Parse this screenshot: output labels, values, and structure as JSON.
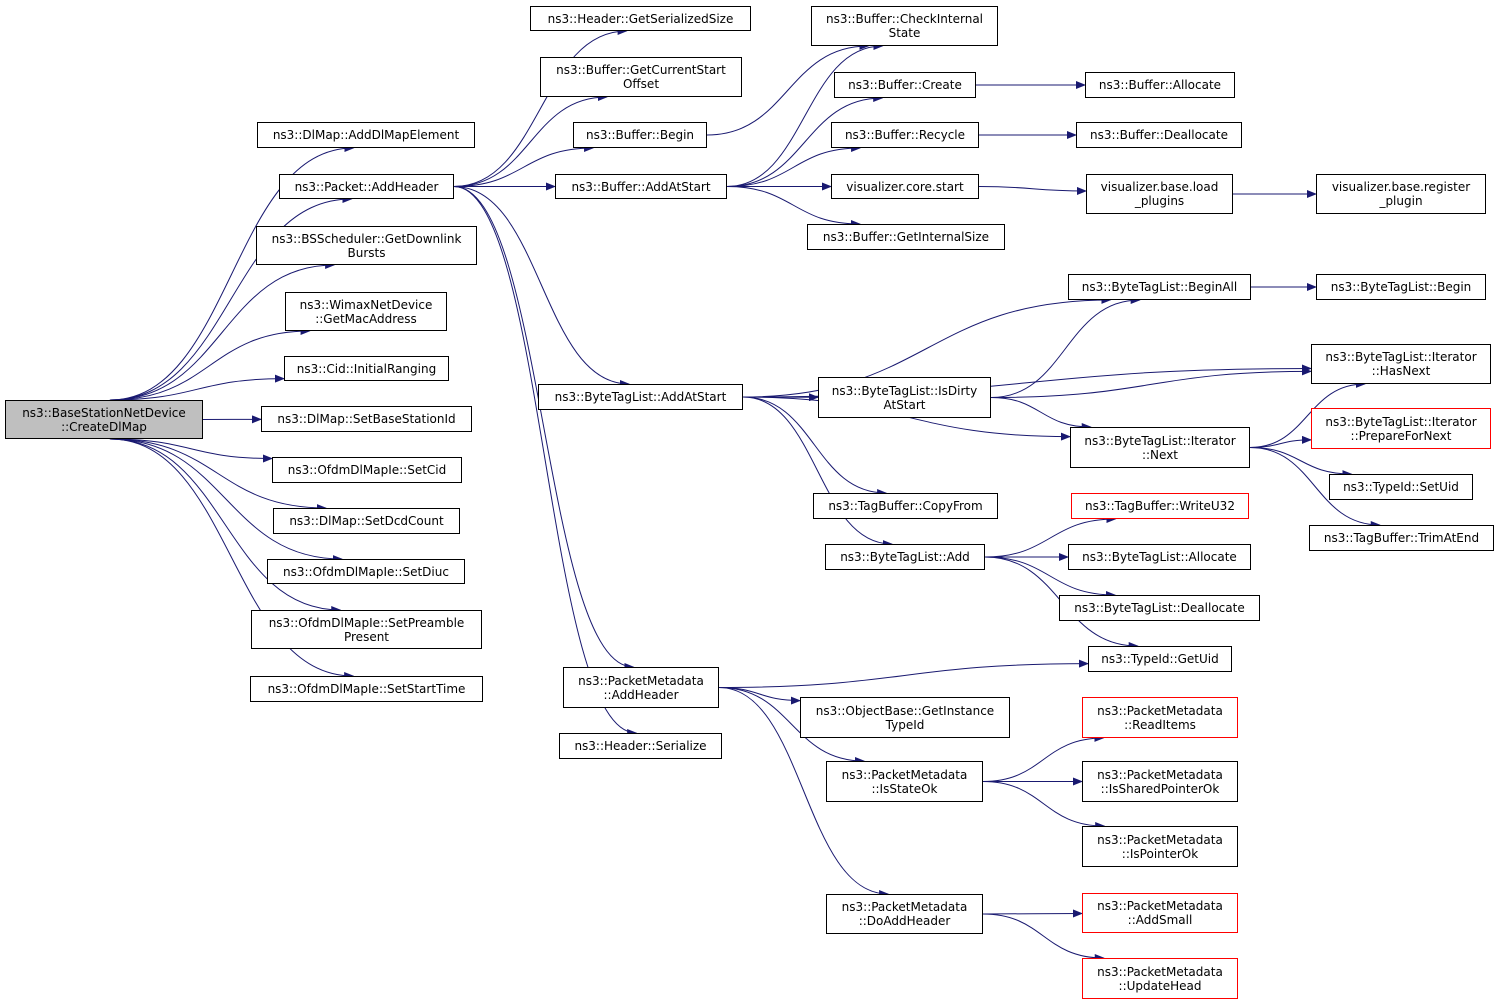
{
  "colors": {
    "edge": "#191970",
    "node_border": "#000000",
    "incomplete_border": "#ff0000",
    "root_fill": "#bfbfbf"
  },
  "nodes": [
    {
      "id": "root",
      "lines": [
        "ns3::BaseStationNetDevice",
        "::CreateDlMap"
      ],
      "style": "root"
    },
    {
      "id": "addDlMapElement",
      "lines": [
        "ns3::DlMap::AddDlMapElement"
      ]
    },
    {
      "id": "packetAddHeader",
      "lines": [
        "ns3::Packet::AddHeader"
      ]
    },
    {
      "id": "getDownlinkBursts",
      "lines": [
        "ns3::BSScheduler::GetDownlink",
        "Bursts"
      ]
    },
    {
      "id": "getMacAddress",
      "lines": [
        "ns3::WimaxNetDevice",
        "::GetMacAddress"
      ]
    },
    {
      "id": "initialRanging",
      "lines": [
        "ns3::Cid::InitialRanging"
      ]
    },
    {
      "id": "setBaseStationId",
      "lines": [
        "ns3::DlMap::SetBaseStationId"
      ]
    },
    {
      "id": "setCid",
      "lines": [
        "ns3::OfdmDlMapIe::SetCid"
      ]
    },
    {
      "id": "setDcdCount",
      "lines": [
        "ns3::DlMap::SetDcdCount"
      ]
    },
    {
      "id": "setDiuc",
      "lines": [
        "ns3::OfdmDlMapIe::SetDiuc"
      ]
    },
    {
      "id": "setPreamblePresent",
      "lines": [
        "ns3::OfdmDlMapIe::SetPreamble",
        "Present"
      ]
    },
    {
      "id": "setStartTime",
      "lines": [
        "ns3::OfdmDlMapIe::SetStartTime"
      ]
    },
    {
      "id": "getSerializedSize",
      "lines": [
        "ns3::Header::GetSerializedSize"
      ]
    },
    {
      "id": "getCurrentStartOffset",
      "lines": [
        "ns3::Buffer::GetCurrentStart",
        "Offset"
      ]
    },
    {
      "id": "bufferBegin",
      "lines": [
        "ns3::Buffer::Begin"
      ]
    },
    {
      "id": "bufferAddAtStart",
      "lines": [
        "ns3::Buffer::AddAtStart"
      ]
    },
    {
      "id": "byteTagListAddAtStart",
      "lines": [
        "ns3::ByteTagList::AddAtStart"
      ]
    },
    {
      "id": "packetMetadataAddHeader",
      "lines": [
        "ns3::PacketMetadata",
        "::AddHeader"
      ]
    },
    {
      "id": "headerSerialize",
      "lines": [
        "ns3::Header::Serialize"
      ]
    },
    {
      "id": "checkInternalState",
      "lines": [
        "ns3::Buffer::CheckInternal",
        "State"
      ]
    },
    {
      "id": "bufferCreate",
      "lines": [
        "ns3::Buffer::Create"
      ]
    },
    {
      "id": "bufferRecycle",
      "lines": [
        "ns3::Buffer::Recycle"
      ]
    },
    {
      "id": "visCoreStart",
      "lines": [
        "visualizer.core.start"
      ]
    },
    {
      "id": "getInternalSize",
      "lines": [
        "ns3::Buffer::GetInternalSize"
      ]
    },
    {
      "id": "bufferAllocate",
      "lines": [
        "ns3::Buffer::Allocate"
      ]
    },
    {
      "id": "bufferDeallocate",
      "lines": [
        "ns3::Buffer::Deallocate"
      ]
    },
    {
      "id": "visLoadPlugins",
      "lines": [
        "visualizer.base.load",
        "_plugins"
      ]
    },
    {
      "id": "visRegisterPlugin",
      "lines": [
        "visualizer.base.register",
        "_plugin"
      ]
    },
    {
      "id": "isDirtyAtStart",
      "lines": [
        "ns3::ByteTagList::IsDirty",
        "AtStart"
      ]
    },
    {
      "id": "tagBufferCopyFrom",
      "lines": [
        "ns3::TagBuffer::CopyFrom"
      ]
    },
    {
      "id": "byteTagListAdd",
      "lines": [
        "ns3::ByteTagList::Add"
      ]
    },
    {
      "id": "beginAll",
      "lines": [
        "ns3::ByteTagList::BeginAll"
      ]
    },
    {
      "id": "byteTagListBegin",
      "lines": [
        "ns3::ByteTagList::Begin"
      ]
    },
    {
      "id": "iteratorHasNext",
      "lines": [
        "ns3::ByteTagList::Iterator",
        "::HasNext"
      ]
    },
    {
      "id": "iteratorNext",
      "lines": [
        "ns3::ByteTagList::Iterator",
        "::Next"
      ]
    },
    {
      "id": "prepareForNext",
      "lines": [
        "ns3::ByteTagList::Iterator",
        "::PrepareForNext"
      ],
      "style": "red"
    },
    {
      "id": "typeIdSetUid",
      "lines": [
        "ns3::TypeId::SetUid"
      ]
    },
    {
      "id": "trimAtEnd",
      "lines": [
        "ns3::TagBuffer::TrimAtEnd"
      ]
    },
    {
      "id": "writeU32",
      "lines": [
        "ns3::TagBuffer::WriteU32"
      ],
      "style": "red"
    },
    {
      "id": "byteTagListAllocate",
      "lines": [
        "ns3::ByteTagList::Allocate"
      ]
    },
    {
      "id": "byteTagListDeallocate",
      "lines": [
        "ns3::ByteTagList::Deallocate"
      ]
    },
    {
      "id": "typeIdGetUid",
      "lines": [
        "ns3::TypeId::GetUid"
      ]
    },
    {
      "id": "getInstanceTypeId",
      "lines": [
        "ns3::ObjectBase::GetInstance",
        "TypeId"
      ]
    },
    {
      "id": "isStateOk",
      "lines": [
        "ns3::PacketMetadata",
        "::IsStateOk"
      ]
    },
    {
      "id": "doAddHeader",
      "lines": [
        "ns3::PacketMetadata",
        "::DoAddHeader"
      ]
    },
    {
      "id": "readItems",
      "lines": [
        "ns3::PacketMetadata",
        "::ReadItems"
      ],
      "style": "red"
    },
    {
      "id": "isSharedPointerOk",
      "lines": [
        "ns3::PacketMetadata",
        "::IsSharedPointerOk"
      ]
    },
    {
      "id": "isPointerOk",
      "lines": [
        "ns3::PacketMetadata",
        "::IsPointerOk"
      ]
    },
    {
      "id": "addSmall",
      "lines": [
        "ns3::PacketMetadata",
        "::AddSmall"
      ],
      "style": "red"
    },
    {
      "id": "updateHead",
      "lines": [
        "ns3::PacketMetadata",
        "::UpdateHead"
      ],
      "style": "red"
    }
  ],
  "edges": [
    [
      "root",
      "addDlMapElement"
    ],
    [
      "root",
      "packetAddHeader"
    ],
    [
      "root",
      "getDownlinkBursts"
    ],
    [
      "root",
      "getMacAddress"
    ],
    [
      "root",
      "initialRanging"
    ],
    [
      "root",
      "setBaseStationId"
    ],
    [
      "root",
      "setCid"
    ],
    [
      "root",
      "setDcdCount"
    ],
    [
      "root",
      "setDiuc"
    ],
    [
      "root",
      "setPreamblePresent"
    ],
    [
      "root",
      "setStartTime"
    ],
    [
      "packetAddHeader",
      "getSerializedSize"
    ],
    [
      "packetAddHeader",
      "getCurrentStartOffset"
    ],
    [
      "packetAddHeader",
      "bufferBegin"
    ],
    [
      "packetAddHeader",
      "bufferAddAtStart"
    ],
    [
      "packetAddHeader",
      "byteTagListAddAtStart"
    ],
    [
      "packetAddHeader",
      "packetMetadataAddHeader"
    ],
    [
      "packetAddHeader",
      "headerSerialize"
    ],
    [
      "bufferBegin",
      "checkInternalState"
    ],
    [
      "bufferAddAtStart",
      "checkInternalState"
    ],
    [
      "bufferAddAtStart",
      "bufferCreate"
    ],
    [
      "bufferAddAtStart",
      "bufferRecycle"
    ],
    [
      "bufferAddAtStart",
      "visCoreStart"
    ],
    [
      "bufferAddAtStart",
      "getInternalSize"
    ],
    [
      "bufferCreate",
      "bufferAllocate"
    ],
    [
      "bufferRecycle",
      "bufferDeallocate"
    ],
    [
      "visCoreStart",
      "visLoadPlugins"
    ],
    [
      "visLoadPlugins",
      "visRegisterPlugin"
    ],
    [
      "byteTagListAddAtStart",
      "beginAll"
    ],
    [
      "byteTagListAddAtStart",
      "iteratorHasNext"
    ],
    [
      "byteTagListAddAtStart",
      "isDirtyAtStart"
    ],
    [
      "byteTagListAddAtStart",
      "iteratorNext"
    ],
    [
      "byteTagListAddAtStart",
      "tagBufferCopyFrom"
    ],
    [
      "byteTagListAddAtStart",
      "byteTagListAdd"
    ],
    [
      "beginAll",
      "byteTagListBegin"
    ],
    [
      "isDirtyAtStart",
      "beginAll"
    ],
    [
      "isDirtyAtStart",
      "iteratorHasNext"
    ],
    [
      "isDirtyAtStart",
      "iteratorNext"
    ],
    [
      "iteratorNext",
      "iteratorHasNext"
    ],
    [
      "iteratorNext",
      "prepareForNext"
    ],
    [
      "iteratorNext",
      "typeIdSetUid"
    ],
    [
      "iteratorNext",
      "trimAtEnd"
    ],
    [
      "byteTagListAdd",
      "writeU32"
    ],
    [
      "byteTagListAdd",
      "byteTagListAllocate"
    ],
    [
      "byteTagListAdd",
      "byteTagListDeallocate"
    ],
    [
      "byteTagListAdd",
      "typeIdGetUid"
    ],
    [
      "packetMetadataAddHeader",
      "typeIdGetUid"
    ],
    [
      "packetMetadataAddHeader",
      "getInstanceTypeId"
    ],
    [
      "packetMetadataAddHeader",
      "isStateOk"
    ],
    [
      "packetMetadataAddHeader",
      "doAddHeader"
    ],
    [
      "isStateOk",
      "readItems"
    ],
    [
      "isStateOk",
      "isSharedPointerOk"
    ],
    [
      "isStateOk",
      "isPointerOk"
    ],
    [
      "doAddHeader",
      "addSmall"
    ],
    [
      "doAddHeader",
      "updateHead"
    ]
  ]
}
